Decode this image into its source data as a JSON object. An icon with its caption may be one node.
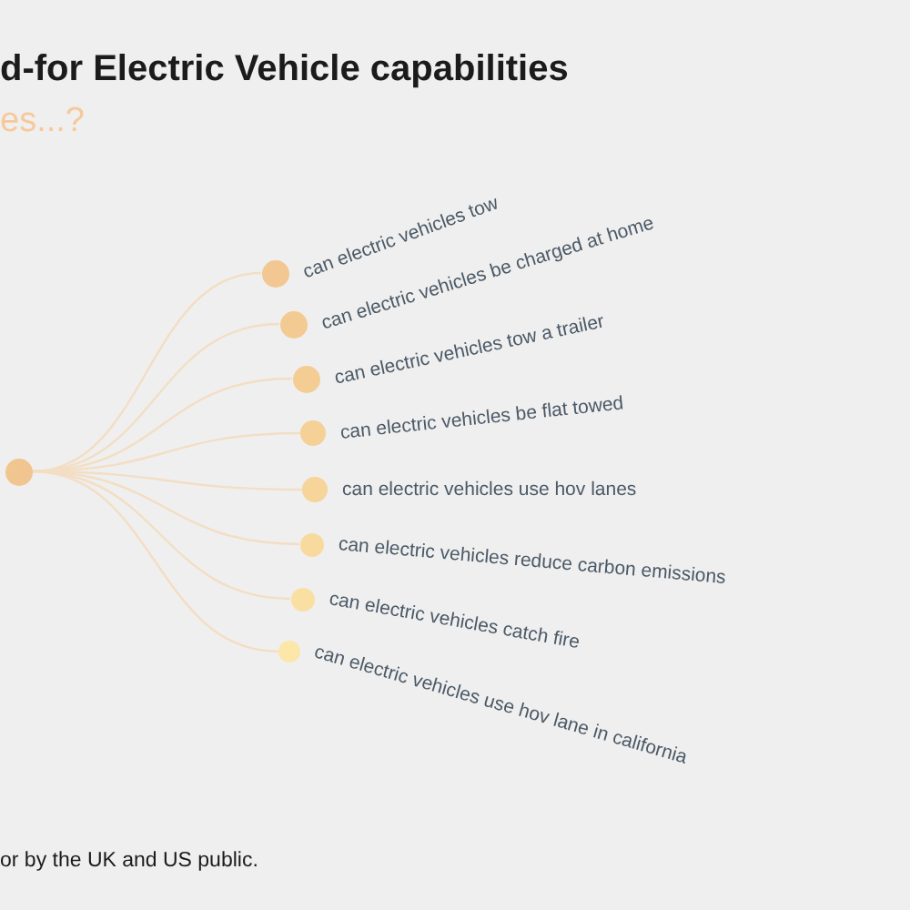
{
  "diagram": {
    "title": "d-for Electric Vehicle capabilities",
    "caption": "or by the UK and US public.",
    "labels": [
      "es...?"
    ],
    "nodes": [
      {
        "text": [],
        "shape": "circle"
      },
      {
        "text": [
          "can electric vehicles tow"
        ]
      },
      {
        "text": [
          "can electric vehicles be charged at home"
        ]
      },
      {
        "text": [
          "can electric vehicles tow a trailer"
        ]
      },
      {
        "text": [
          "can electric vehicles be flat towed"
        ]
      },
      {
        "text": [
          "can electric vehicles use hov lanes"
        ]
      },
      {
        "text": [
          "can electric vehicles reduce carbon emissions"
        ]
      },
      {
        "text": [
          "can electric vehicles catch fire"
        ]
      },
      {
        "text": [
          "can electric vehicles use hov lane in california"
        ]
      }
    ],
    "edges": [
      {
        "from": 0,
        "to": 1,
        "arrow": "none"
      },
      {
        "from": 0,
        "to": 2,
        "arrow": "none"
      },
      {
        "from": 0,
        "to": 3,
        "arrow": "none"
      },
      {
        "from": 0,
        "to": 4,
        "arrow": "none"
      },
      {
        "from": 0,
        "to": 5,
        "arrow": "none"
      },
      {
        "from": 0,
        "to": 6,
        "arrow": "none"
      },
      {
        "from": 0,
        "to": 7,
        "arrow": "none"
      },
      {
        "from": 0,
        "to": 8,
        "arrow": "none"
      }
    ]
  }
}
